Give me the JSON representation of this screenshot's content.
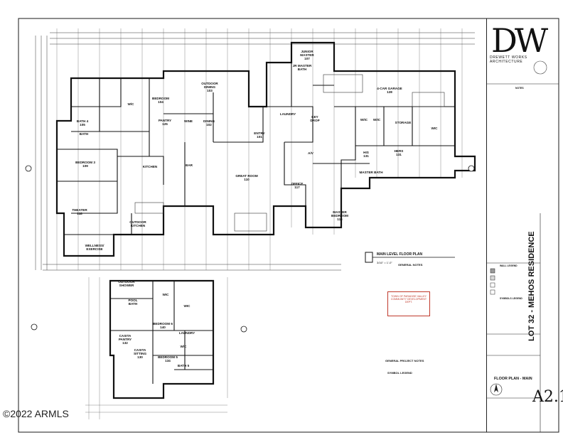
{
  "watermark": "©2022 ARMLS",
  "plan": {
    "title": "MAIN LEVEL FLOOR PLAN",
    "scale": "3/16\" = 1'-0\"",
    "rooms_main": [
      {
        "id": "junior-master",
        "label": "JUNIOR\nMASTER\n107"
      },
      {
        "id": "jr-master-bath",
        "label": "JR MASTER\nBATH"
      },
      {
        "id": "outdoor-dining",
        "label": "OUTDOOR\nDINING\n103"
      },
      {
        "id": "garage",
        "label": "4-CAR GARAGE\n128"
      },
      {
        "id": "bedroom-4",
        "label": "BEDROOM\n104"
      },
      {
        "id": "wic-1",
        "label": "W/C"
      },
      {
        "id": "bath-4",
        "label": "BATH 4\n105"
      },
      {
        "id": "pantry",
        "label": "PANTRY\n125"
      },
      {
        "id": "wine",
        "label": "WINE"
      },
      {
        "id": "dining",
        "label": "DINING\n102"
      },
      {
        "id": "entry",
        "label": "ENTRY\n101"
      },
      {
        "id": "laundry",
        "label": "LAUNDRY"
      },
      {
        "id": "key-drop",
        "label": "KEY\nDROP"
      },
      {
        "id": "wic-2",
        "label": "W/IC"
      },
      {
        "id": "wic-3",
        "label": "W/IC"
      },
      {
        "id": "storage",
        "label": "STORAGE"
      },
      {
        "id": "bath",
        "label": "BATH"
      },
      {
        "id": "bedroom-3",
        "label": "BEDROOM 3\n109"
      },
      {
        "id": "kitchen",
        "label": "KITCHEN"
      },
      {
        "id": "bar",
        "label": "BAR"
      },
      {
        "id": "great-room",
        "label": "GREAT ROOM\n110"
      },
      {
        "id": "av",
        "label": "A/V"
      },
      {
        "id": "his",
        "label": "HIS\n131"
      },
      {
        "id": "hers",
        "label": "HERS\n131"
      },
      {
        "id": "wic-4",
        "label": "WIC"
      },
      {
        "id": "master-bath",
        "label": "MASTER BATH"
      },
      {
        "id": "office",
        "label": "OFFICE\n117"
      },
      {
        "id": "theater",
        "label": "THEATER\n118"
      },
      {
        "id": "outdoor-kitchen",
        "label": "OUTDOOR\nKITCHEN"
      },
      {
        "id": "master-bedroom",
        "label": "MASTER\nBEDROOM\n116"
      },
      {
        "id": "wellness",
        "label": "WELLNESS/\nEXERCISE"
      }
    ],
    "rooms_casita": [
      {
        "id": "outdoor-shower",
        "label": "OUTDOOR\nSHOWER"
      },
      {
        "id": "pool-bath",
        "label": "POOL\nBATH"
      },
      {
        "id": "wic-c1",
        "label": "WIC"
      },
      {
        "id": "bedroom-6",
        "label": "BEDROOM 6\n140"
      },
      {
        "id": "wic-c2",
        "label": "WIC"
      },
      {
        "id": "casita-pantry",
        "label": "CASITA\nPANTRY\n132"
      },
      {
        "id": "casita-sitting",
        "label": "CASITA\nSITTING\n130"
      },
      {
        "id": "laundry-c",
        "label": "LAUNDRY"
      },
      {
        "id": "wic-c3",
        "label": "W/C"
      },
      {
        "id": "bedroom-5",
        "label": "BEDROOM 5\n134"
      },
      {
        "id": "bath-5",
        "label": "BATH 5"
      }
    ]
  },
  "annotations": {
    "general_notes_title": "GENERAL NOTES",
    "stamp": "TOWN OF PARADISE VALLEY\nCOMMUNITY DEVELOPMENT DEPT.",
    "project_notes_title": "GENERAL PROJECT NOTES",
    "symbol_legend_title": "SYMBOL LEGEND",
    "wall_legend_title": "WALL LEGEND",
    "symbols_legend_title": "SYMBOLS LEGEND"
  },
  "title_block": {
    "logo": "DW",
    "firm": "DREWETT WORKS ARCHITECTURE",
    "notes_heading": "NOTES",
    "project": "LOT 32 - MEHOS RESIDENCE",
    "sheet_title": "FLOOR PLAN - MAIN",
    "sheet_number": "A2.1"
  },
  "colors": {
    "line": "#1a1a1a",
    "stamp": "#c0392b",
    "fill_gray": "#9a9a9a"
  }
}
